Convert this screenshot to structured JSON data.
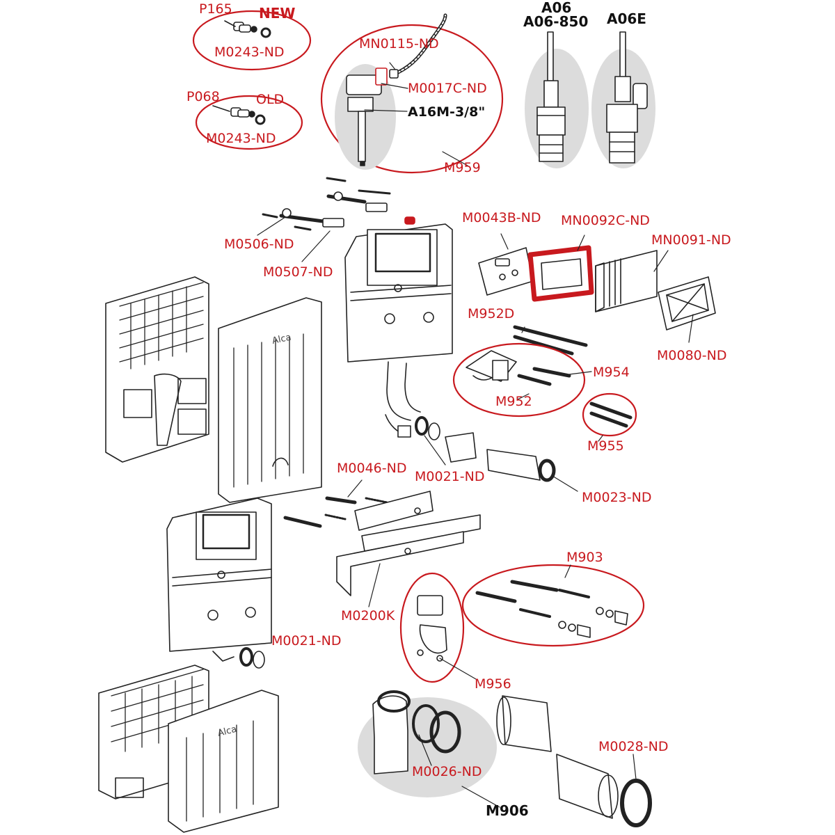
{
  "labels": {
    "p165": "P165",
    "new": "NEW",
    "m0243_top": "M0243-ND",
    "p068": "P068",
    "old": "OLD",
    "m0243_bottom": "M0243-ND",
    "mn0115": "MN0115-ND",
    "m0017c": "M0017C-ND",
    "a16m": "A16M-3/8\"",
    "m959": "M959",
    "a06": "A06",
    "a06_850": "A06-850",
    "a06e": "A06E",
    "m0506": "M0506-ND",
    "m0507": "M0507-ND",
    "m0043b": "M0043B-ND",
    "mn0092c": "MN0092C-ND",
    "mn0091": "MN0091-ND",
    "m0080": "M0080-ND",
    "m952d": "M952D",
    "m954": "M954",
    "m952": "M952",
    "m955": "M955",
    "m0021_top": "M0021-ND",
    "m0023": "M0023-ND",
    "m0046": "M0046-ND",
    "m0200k": "M0200K",
    "m903": "M903",
    "m0021_bottom": "M0021-ND",
    "m956": "M956",
    "m0028": "M0028-ND",
    "m0026": "M0026-ND",
    "m906": "M906"
  },
  "brand": {
    "logo_text_top": "Alca",
    "logo_text_bottom": "Alca"
  },
  "colors": {
    "label_red": "#c8191e",
    "outline": "#222222",
    "highlight_gray": "#dcdcdc",
    "frame_red": "#c8191e"
  }
}
